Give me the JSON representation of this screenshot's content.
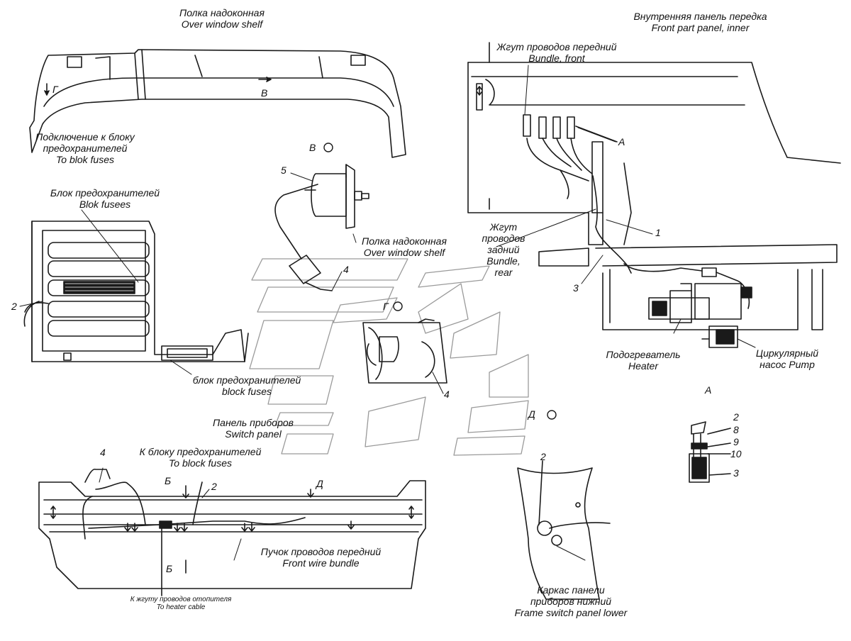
{
  "labels": {
    "shelf_ru": "Полка надоконная",
    "shelf_en": "Over window  shelf",
    "front_panel_ru": "Внутренняя панель передка",
    "front_panel_en": "Front part panel, inner",
    "fuse_conn_ru_1": "Подключение к блоку",
    "fuse_conn_ru_2": "предохранителей",
    "fuse_conn_en": "To blok fuses",
    "fuse_block_ru": "Блок предохранителей",
    "fuse_block_en": "Blok fusees",
    "block_fuses_ru": "блок предохранителей",
    "block_fuses_en": "block fuses",
    "bundle_front_ru": "Жгут проводов передний",
    "bundle_front_en": "Bundle, front",
    "bundle_rear_ru_1": "Жгут",
    "bundle_rear_ru_2": "проводов",
    "bundle_rear_ru_3": "задний",
    "bundle_rear_en_1": "Bundle,",
    "bundle_rear_en_2": "rear",
    "heater_ru": "Подогреватель",
    "heater_en": "Heater",
    "pump_ru": "Циркулярный",
    "pump_en": "насос Pump",
    "switch_panel_ru": "Панель приборов",
    "switch_panel_en": "Switch panel",
    "to_block_ru": "К блоку предохранителей",
    "to_block_en": "To block fuses",
    "front_wire_ru": "Пучок проводов передний",
    "front_wire_en": "Front wire bundle",
    "heater_cable_ru": "К жгуту проводов отопителя",
    "heater_cable_en": "To heater cable",
    "frame_ru_1": "Каркас панели",
    "frame_ru_2": "приборов нижний",
    "frame_en": "Frame switch panel lower",
    "view_g": "Г",
    "view_v": "В",
    "view_d": "Д",
    "section_b": "Б",
    "detail_a": "А"
  },
  "callouts": {
    "c1": "1",
    "c2": "2",
    "c3": "3",
    "c4": "4",
    "c5": "5",
    "c8": "8",
    "c9": "9",
    "c10": "10"
  }
}
